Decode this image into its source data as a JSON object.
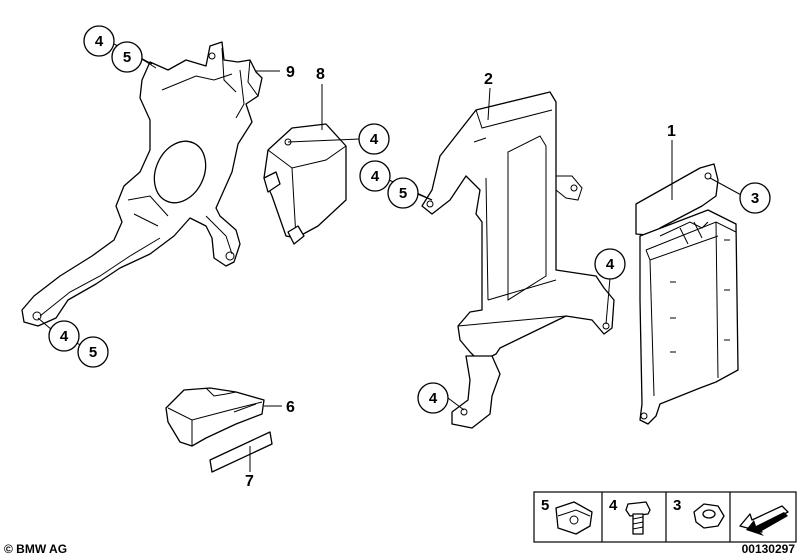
{
  "callouts": {
    "c1": "4",
    "c2": "5",
    "c3": "4",
    "c4": "4",
    "c5": "5",
    "c6": "3",
    "c7": "4",
    "c8": "4",
    "c9": "4",
    "c10": "5"
  },
  "part_labels": {
    "p9": "9",
    "p8": "8",
    "p2": "2",
    "p1": "1",
    "p6": "6",
    "p7": "7"
  },
  "legend": {
    "items": [
      {
        "number": "5",
        "icon": "clip-nut-icon"
      },
      {
        "number": "4",
        "icon": "bolt-icon"
      },
      {
        "number": "3",
        "icon": "hex-nut-icon"
      }
    ],
    "arrow_icon": "direction-arrow-icon"
  },
  "footer": {
    "copyright": "© BMW AG",
    "drawing_number": "00130297"
  }
}
